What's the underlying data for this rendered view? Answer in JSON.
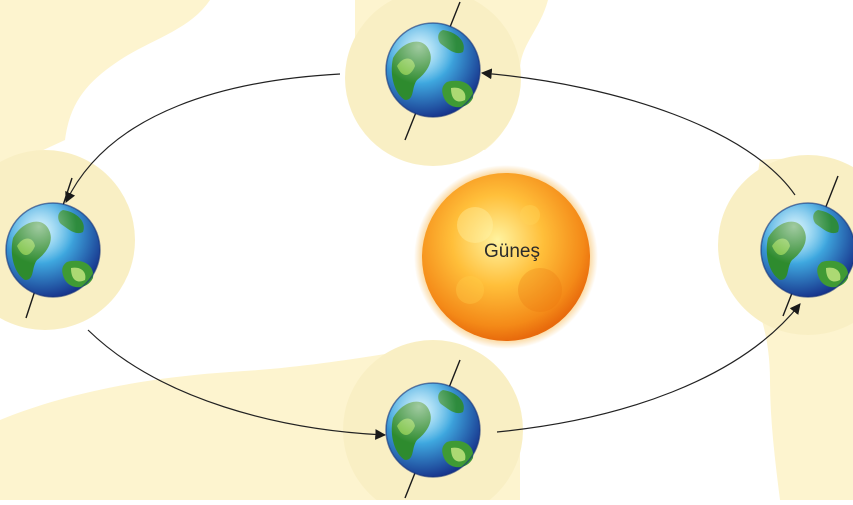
{
  "sun": {
    "label": "Güneş",
    "colors": {
      "core": "#fff3a0",
      "mid": "#ffb22c",
      "edge": "#f07a10",
      "corona": "#f5a623"
    }
  },
  "colors": {
    "background": "#ffffff",
    "shadow_zone": "#fdf4cf",
    "halo": "#f9efc4",
    "orbit_line": "#222222",
    "axis_line": "#1a1a1a",
    "ocean_light": "#7fd4f2",
    "ocean_dark": "#1d4fb0",
    "land": "#2e8b2e",
    "land_light": "#8fcf4a"
  },
  "orbit": {
    "direction": "counter-clockwise",
    "earth_positions": [
      "top",
      "left",
      "bottom",
      "right"
    ]
  },
  "earth_icon": "earth-globe-icon",
  "sun_icon": "sun-icon"
}
